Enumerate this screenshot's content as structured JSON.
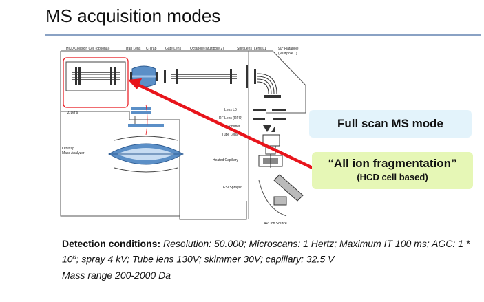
{
  "title": "MS acquisition modes",
  "diagram": {
    "labels": {
      "hcd": "HCD Collision Cell (optional)",
      "trap_lens": "Trap Lens",
      "c_trap": "C-Trap",
      "gate_lens": "Gate Lens",
      "octapole": "Octapole (Multipole 2)",
      "split_lens": "Split Lens",
      "lens_l1": "Lens L1",
      "flatapole_1": "90° Flatapole",
      "flatapole_2": "(Multipole 1)",
      "z_lens": "Z Lens",
      "lens_l0": "Lens L0",
      "rf_lens": "RF Lens (RFO)",
      "skimmer": "Skimmer",
      "tube_lens": "Tube Lens",
      "orbitrap_1": "Orbitrap",
      "orbitrap_2": "Mass Analyzer",
      "heated_capillary": "Heated Capillary",
      "esi_sprayer": "ESI Sprayer",
      "api_source": "API Ion Source"
    }
  },
  "callouts": {
    "full_scan": "Full scan MS mode",
    "aif_main": "“All ion fragmentation”",
    "aif_sub": "(HCD cell based)"
  },
  "conditions": {
    "label": "Detection conditions:",
    "text": " Resolution: 50.000; Microscans: 1 Hertz; Maximum IT 100 ms;  AGC: 1 * 10",
    "superscript": "6",
    "text_after": "; spray 4 kV; Tube lens 130V; skimmer 30V; capillary: 32.5 V"
  },
  "mass_range": "Mass range 200-2000 Da",
  "colors": {
    "rule": "#8aa2c4",
    "arrow": "#e8141b",
    "ion_optics": "#5b8fc7",
    "full_scan_bg": "#e3f3fb",
    "aif_bg": "#e6f7b6"
  }
}
